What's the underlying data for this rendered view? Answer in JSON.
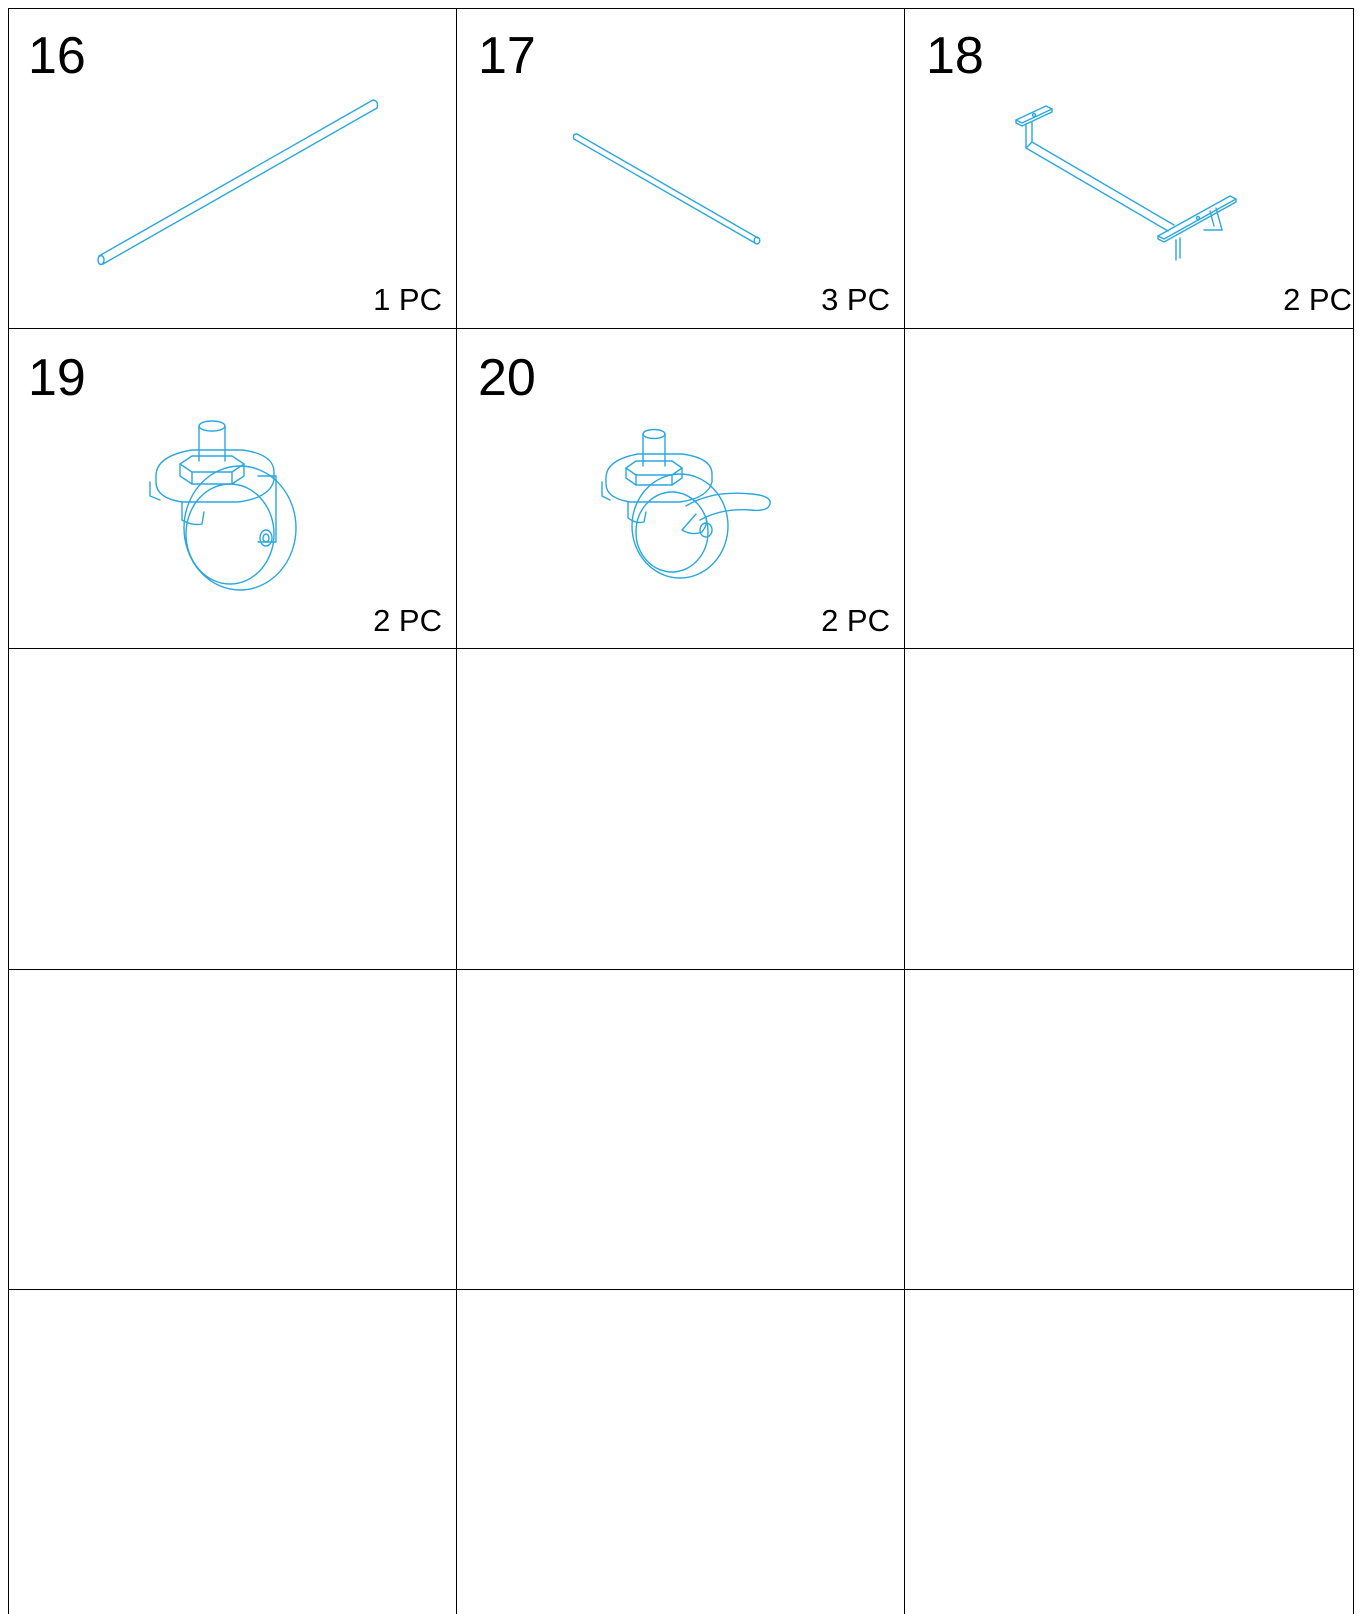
{
  "parts": [
    {
      "number": "16",
      "quantity": "1 PC",
      "icon": "long-rod-icon"
    },
    {
      "number": "17",
      "quantity": "3 PC",
      "icon": "short-rod-icon"
    },
    {
      "number": "18",
      "quantity": "2 PC",
      "icon": "u-bracket-icon"
    },
    {
      "number": "19",
      "quantity": "2 PC",
      "icon": "caster-wheel-icon"
    },
    {
      "number": "20",
      "quantity": "2 PC",
      "icon": "locking-caster-wheel-icon"
    }
  ],
  "colors": {
    "line_art": "#2aa7df",
    "grid": "#000000",
    "text": "#000000"
  }
}
